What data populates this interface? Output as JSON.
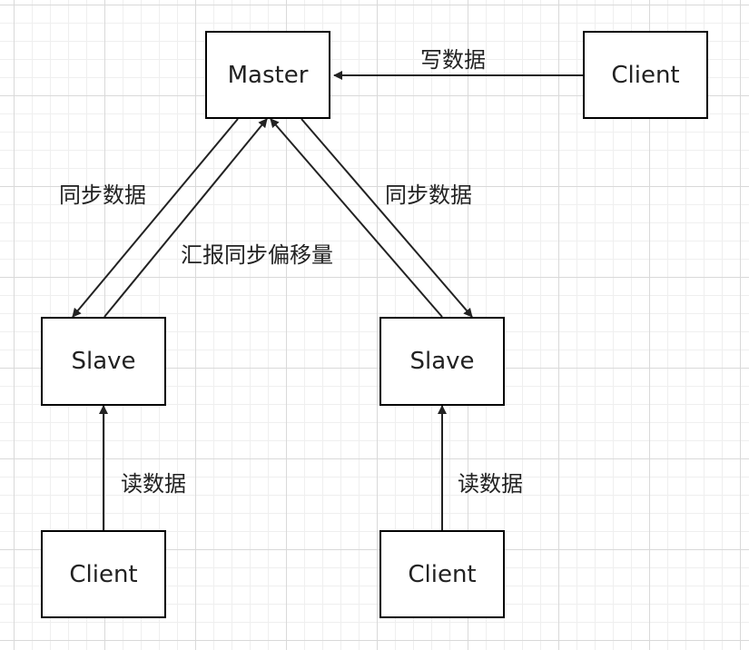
{
  "nodes": {
    "master": "Master",
    "client_write": "Client",
    "slave_left": "Slave",
    "slave_right": "Slave",
    "client_read_left": "Client",
    "client_read_right": "Client"
  },
  "labels": {
    "write_data": "写数据",
    "sync_data_left": "同步数据",
    "sync_data_right": "同步数据",
    "report_offset": "汇报同步偏移量",
    "read_data_left": "读数据",
    "read_data_right": "读数据"
  },
  "colors": {
    "stroke": "#222222",
    "grid": "#d9d9d9"
  }
}
